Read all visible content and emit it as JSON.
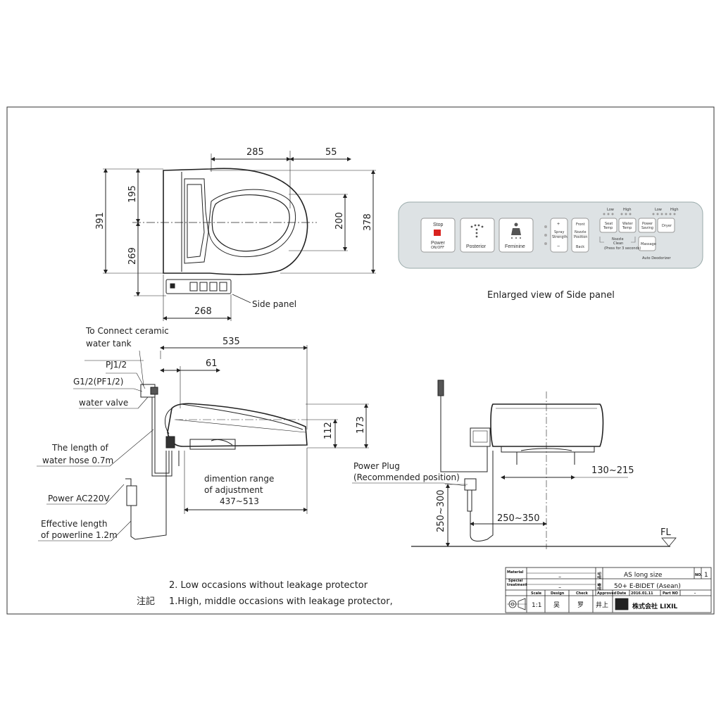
{
  "top_view": {
    "dim_285": "285",
    "dim_55": "55",
    "dim_391": "391",
    "dim_195": "195",
    "dim_269": "269",
    "dim_200": "200",
    "dim_378": "378",
    "dim_268": "268",
    "side_panel_label": "Side panel"
  },
  "side_panel": {
    "caption": "Enlarged view of Side panel",
    "stop": "Stop",
    "power": "Power",
    "onoff": "ON/OFF",
    "posterior": "Posterior",
    "feminine": "Feminine",
    "plus": "+",
    "minus": "−",
    "spray1": "Spray",
    "spray2": "Strength",
    "front": "Front",
    "nozzle1": "Nozzle",
    "nozzle2": "Position",
    "back": "Back",
    "low1": "Low",
    "high1": "High",
    "low2": "Low",
    "high2": "High",
    "seat1": "Seat",
    "seat2": "Temp",
    "water1": "Water",
    "water2": "Temp",
    "psave1": "Power",
    "psave2": "Saving",
    "dryer": "Dryer",
    "nclean1": "Nozzle",
    "nclean2": "Clean",
    "press": "(Press for 3 seconds)",
    "massage": "Massage",
    "auto_deodorizer": "Auto Deodorizer"
  },
  "side_view": {
    "connect1": "To Connect ceramic",
    "connect2": "water tank",
    "pj": "PJ1/2",
    "g": "G1/2(PF1/2)",
    "water_valve": "water valve",
    "dim_535": "535",
    "dim_61": "61",
    "dim_112": "112",
    "dim_173": "173",
    "hose1": "The length of",
    "hose2": "water hose 0.7m",
    "power_ac": "Power AC220V",
    "eff1": "Effective length",
    "eff2": "of powerline 1.2m",
    "range1": "dimention range",
    "range2": "of adjustment",
    "range3": "437~513"
  },
  "front_view": {
    "plug1": "Power Plug",
    "plug2": "(Recommended position)",
    "dim_130": "130~215",
    "dim_250_350": "250~350",
    "dim_250_300": "250~300",
    "fl": "FL"
  },
  "notes": {
    "kanji": "注記",
    "note2": "2. Low occasions without leakage protector",
    "note1": "1.High, middle occasions with leakage protector,"
  },
  "title_block": {
    "material": "Material",
    "special": "Special",
    "treatment": "treatment",
    "dash1": "−",
    "dash2": "−",
    "name_label": "品名",
    "model_label": "品番",
    "name": "AS long size",
    "no_label": "NO.",
    "no": "1",
    "model": "50+ E-BIDET (Asean)",
    "scale_h": "Scale",
    "design_h": "Design",
    "check_h": "Check",
    "approved_h": "Approved",
    "date_h": "Date",
    "date": "2016.01.11",
    "part_h": "Part NO",
    "part": "-",
    "scale": "1:1",
    "design": "吴",
    "check": "罗",
    "approved": "井上",
    "company": "株式会社 LIXIL"
  }
}
